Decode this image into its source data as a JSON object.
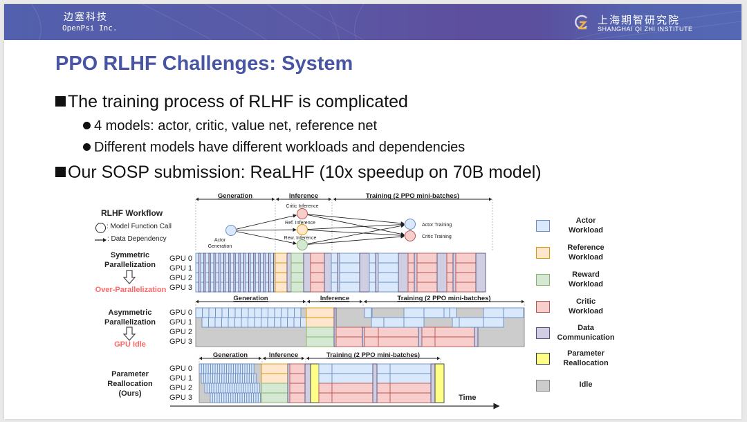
{
  "header": {
    "org_cn": "边塞科技",
    "org_en": "OpenPsi Inc.",
    "institute_cn": "上海期智研究院",
    "institute_en": "SHANGHAI QI ZHI INSTITUTE"
  },
  "slide": {
    "title": "PPO RLHF Challenges: System",
    "bullets": [
      {
        "level": 1,
        "text": "The training process of RLHF is complicated"
      },
      {
        "level": 2,
        "text": "4 models: actor, critic, value net, reference net"
      },
      {
        "level": 2,
        "text": "Different models have different workloads and dependencies"
      },
      {
        "level": 1,
        "text": "Our SOSP submission: ReaLHF (10x speedup on 70B model)"
      }
    ]
  },
  "figure": {
    "workflow": {
      "title": "RLHF Workflow",
      "legend_call": ": Model Function Call",
      "legend_dep": ": Data Dependency",
      "phases": [
        "Generation",
        "Inference",
        "Training (2 PPO mini-batches)"
      ],
      "nodes": {
        "actor_gen": "Actor\nGeneration",
        "critic_inf": "Critic Inference",
        "ref_inf": "Ref. Inference",
        "rew_inf": "Rew. Inference",
        "actor_train": "Actor Training",
        "critic_train": "Critic Training"
      }
    },
    "gpu_labels": [
      "GPU 0",
      "GPU 1",
      "GPU 2",
      "GPU 3"
    ],
    "rows": [
      {
        "name": "Symmetric Parallelization",
        "name_l1": "Symmetric",
        "name_l2": "Parallelization",
        "outcome": "Over-Parallelization"
      },
      {
        "name": "Asymmetric Parallelization",
        "name_l1": "Asymmetric",
        "name_l2": "Parallelization",
        "outcome": "GPU Idle",
        "phases": [
          "Generation",
          "Inference",
          "Training (2 PPO mini-batches)"
        ]
      },
      {
        "name": "Parameter Reallocation (Ours)",
        "name_l1": "Parameter",
        "name_l2": "Reallocation",
        "name_l3": "(Ours)",
        "phases": [
          "Generation",
          "Inference",
          "Training (2 PPO mini-batches)"
        ]
      }
    ],
    "time_label": "Time",
    "legend": [
      {
        "label": "Actor Workload",
        "l1": "Actor",
        "l2": "Workload",
        "fill": "#dae8fc",
        "stroke": "#6c8ebf"
      },
      {
        "label": "Reference Workload",
        "l1": "Reference",
        "l2": "Workload",
        "fill": "#ffe6cc",
        "stroke": "#d79b00"
      },
      {
        "label": "Reward Workload",
        "l1": "Reward",
        "l2": "Workload",
        "fill": "#d5e8d4",
        "stroke": "#82b366"
      },
      {
        "label": "Critic Workload",
        "l1": "Critic",
        "l2": "Workload",
        "fill": "#f8cecc",
        "stroke": "#b85450"
      },
      {
        "label": "Data Communication",
        "l1": "Data",
        "l2": "Communication",
        "fill": "#d0cee2",
        "stroke": "#56517e"
      },
      {
        "label": "Parameter Reallocation",
        "l1": "Parameter",
        "l2": "Reallocation",
        "fill": "#ffff88",
        "stroke": "#36393d"
      },
      {
        "label": "Idle",
        "l1": "Idle",
        "l2": "",
        "fill": "#cccccc",
        "stroke": "#888888"
      }
    ]
  },
  "colors": {
    "title": "#4755a3",
    "outcome": "#ff6666",
    "banner": "#5a5aa6"
  }
}
